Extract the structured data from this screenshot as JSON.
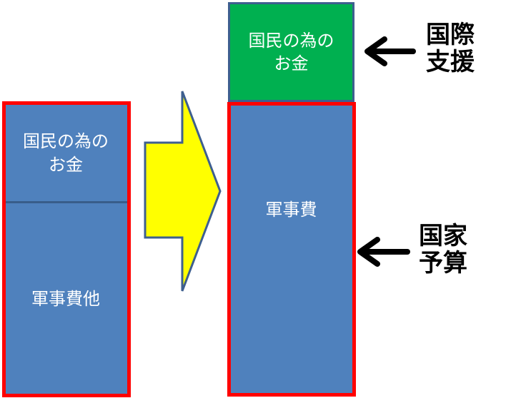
{
  "left_column": {
    "top_label": "国民の為の\nお金",
    "bottom_label": "軍事費他"
  },
  "right_column": {
    "top_label": "国民の為の\nお金",
    "bottom_label": "軍事費"
  },
  "annotations": {
    "international_aid": "国際\n支援",
    "national_budget": "国家\n予算"
  },
  "colors": {
    "budget_blue": "#4f81bd",
    "aid_green": "#00b050",
    "frame_red": "#ff0000",
    "arrow_yellow": "#ffff00"
  }
}
